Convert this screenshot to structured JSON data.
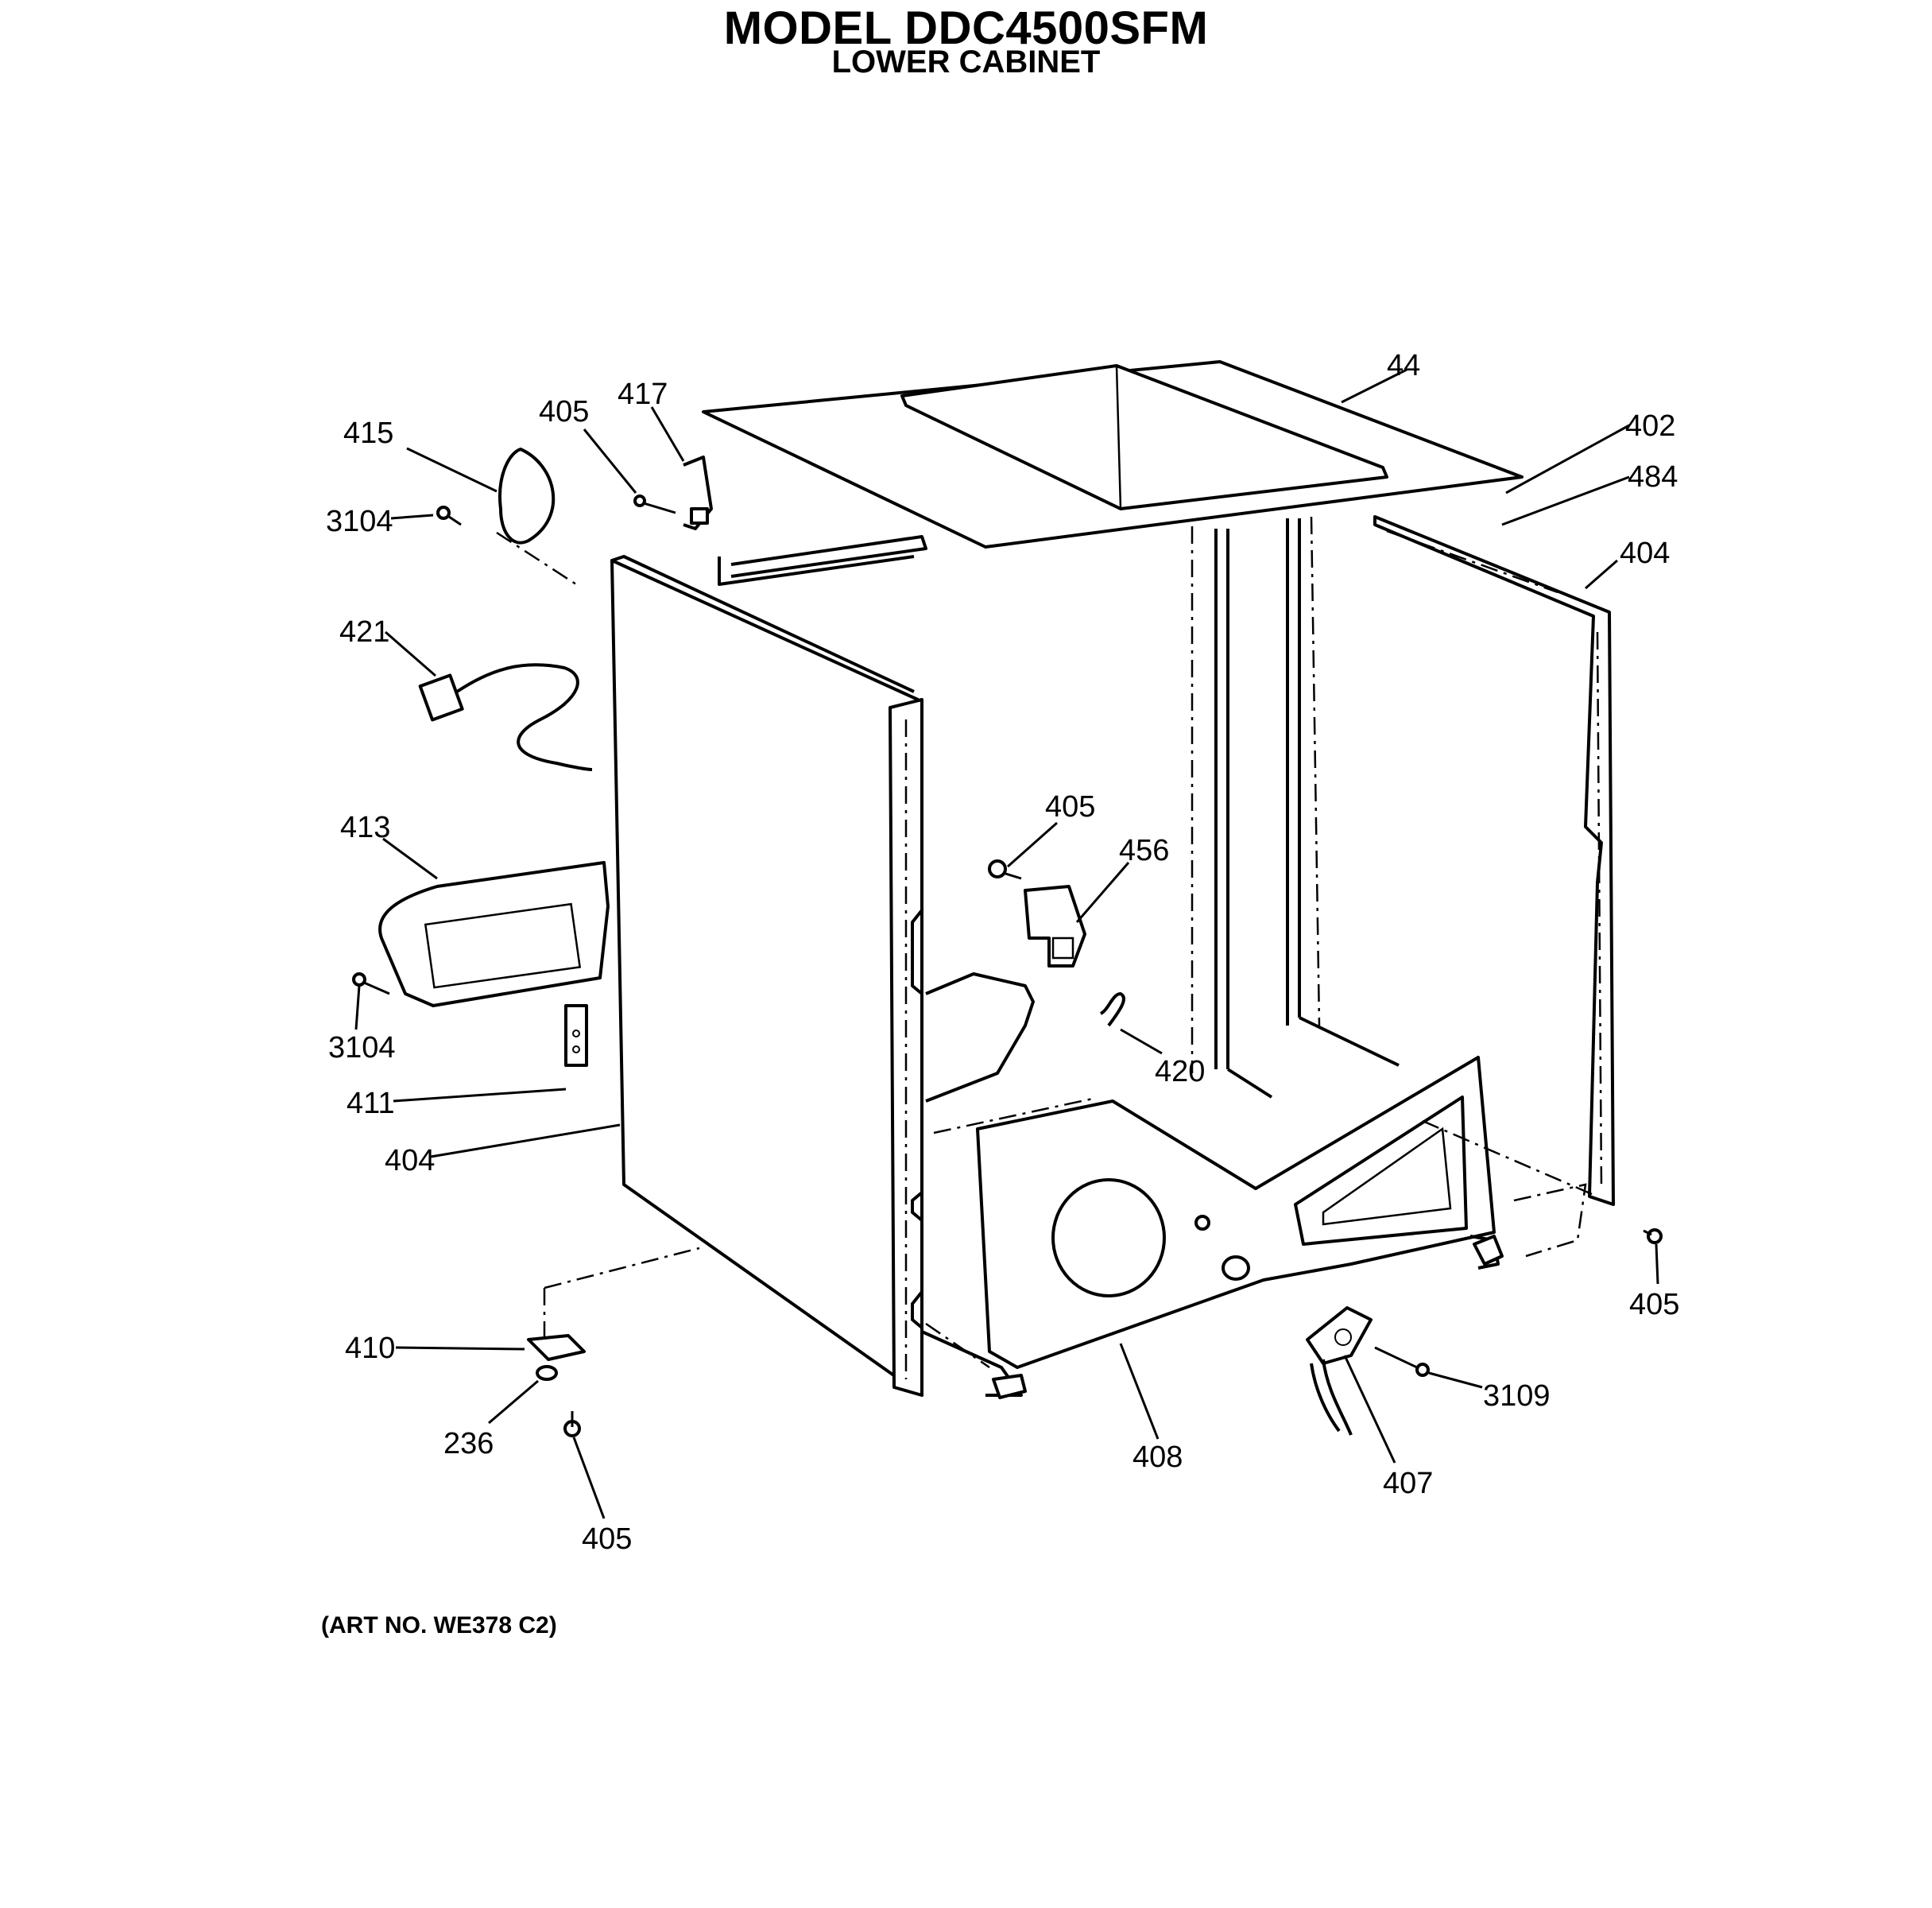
{
  "header": {
    "title": "MODEL DDC4500SFM",
    "subtitle": "LOWER CABINET"
  },
  "footer": {
    "art_number": "(ART NO. WE378 C2)"
  },
  "callouts": {
    "c44": "44",
    "c402": "402",
    "c484": "484",
    "c404_right": "404",
    "c415": "415",
    "c405_top": "405",
    "c417": "417",
    "c3104_top": "3104",
    "c421": "421",
    "c413": "413",
    "c3104_mid": "3104",
    "c411": "411",
    "c404_left": "404",
    "c405_mid": "405",
    "c456": "456",
    "c420": "420",
    "c405_right": "405",
    "c410": "410",
    "c236": "236",
    "c405_bottom": "405",
    "c408": "408",
    "c3109": "3109",
    "c407": "407"
  }
}
